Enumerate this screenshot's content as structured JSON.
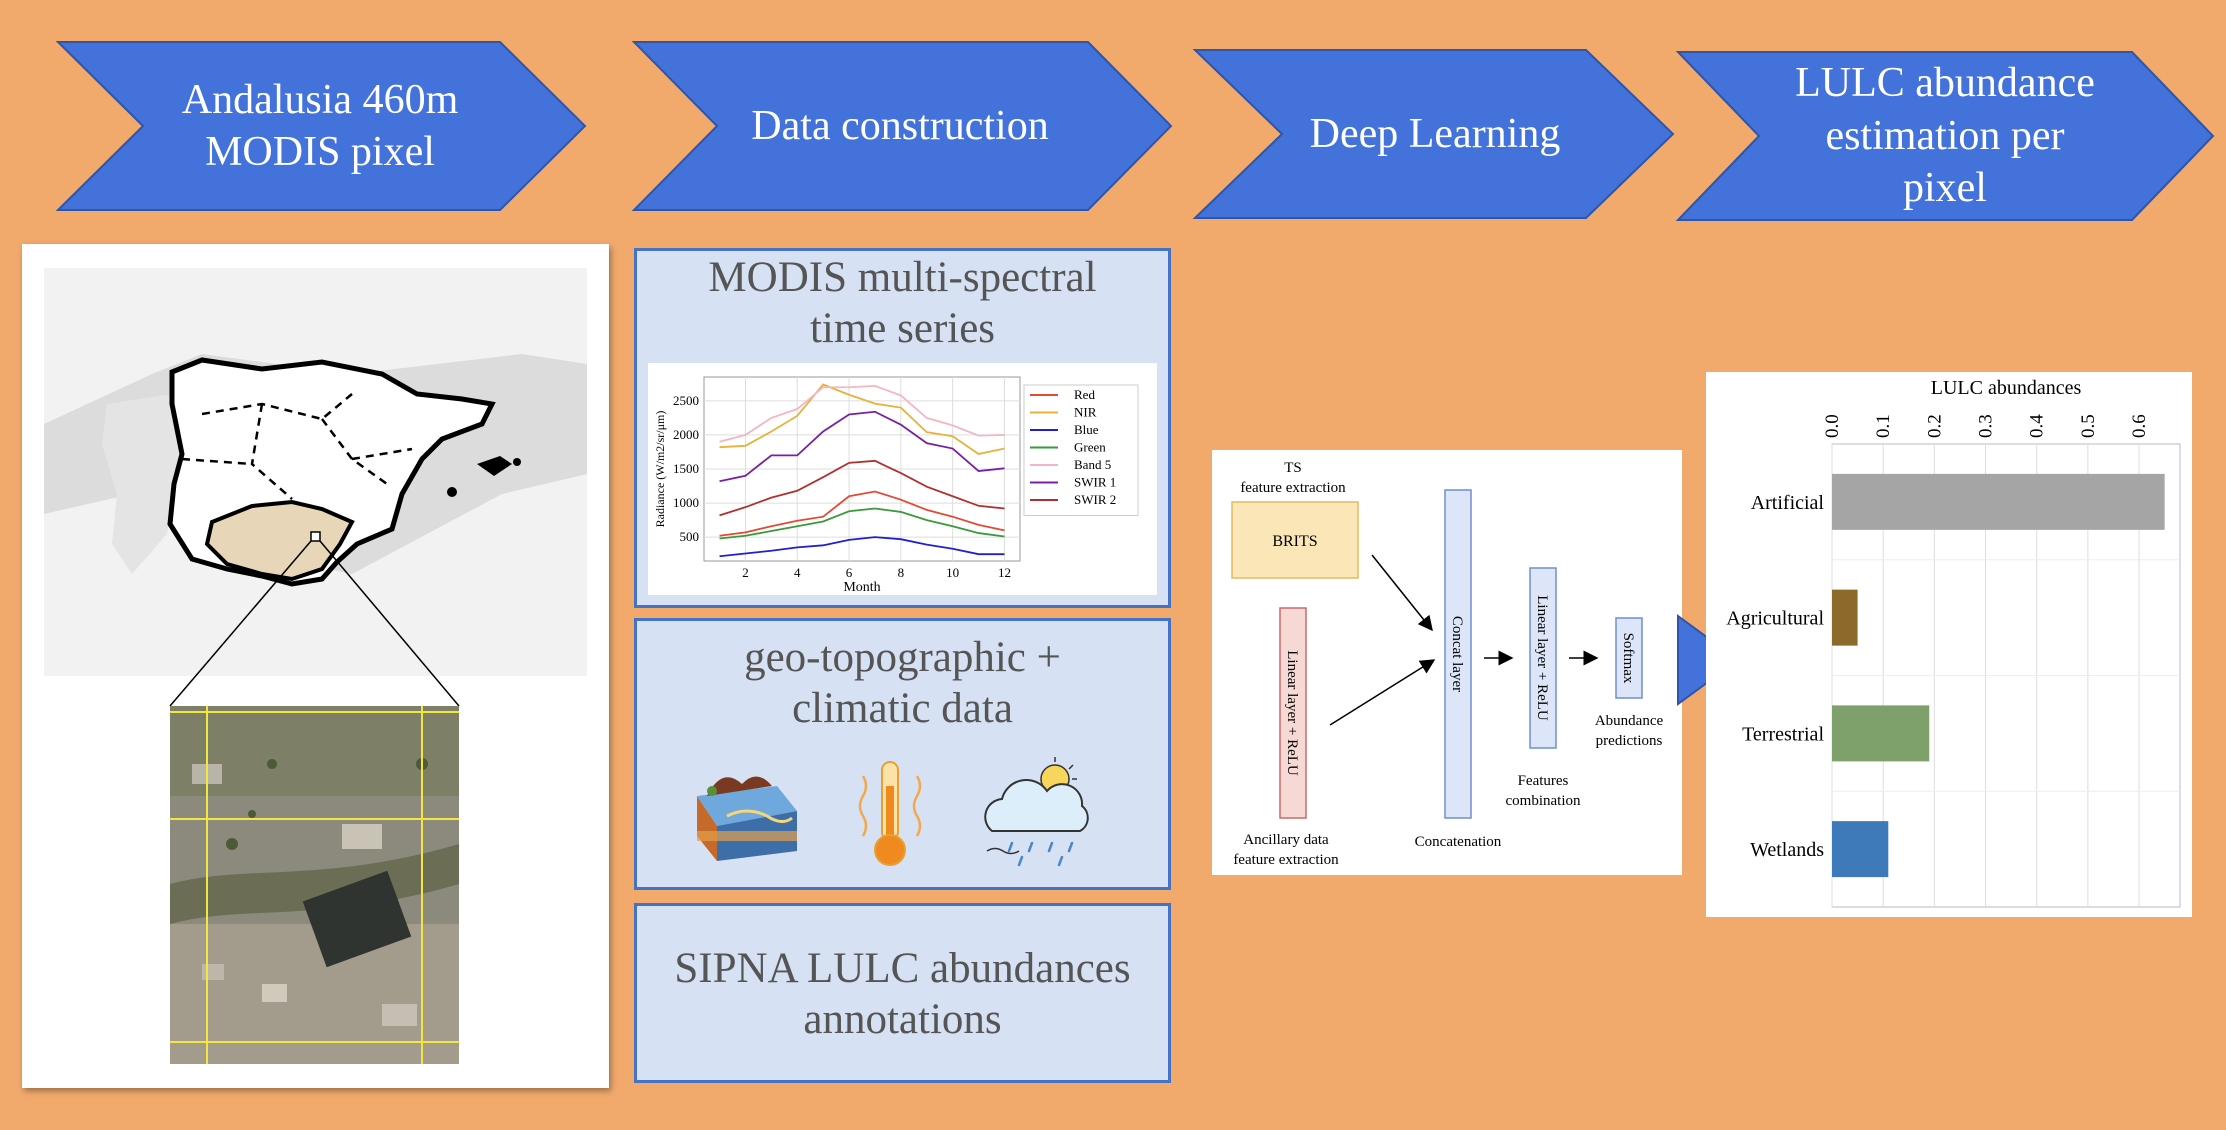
{
  "steps": [
    {
      "label": "Andalusia 460m\nMODIS pixel"
    },
    {
      "label": "Data construction"
    },
    {
      "label": "Deep Learning"
    },
    {
      "label": "LULC abundance\nestimation per\npixel"
    }
  ],
  "panels": {
    "modis_title": "MODIS multi-spectral\ntime series",
    "geo_title": "geo-topographic +\nclimatic data",
    "sipna_title": "SIPNA LULC abundances\nannotations"
  },
  "icons": [
    "terrain-icon",
    "thermometer-icon",
    "weather-icon"
  ],
  "model": {
    "ts_label": "TS\nfeature extraction",
    "brits": "BRITS",
    "linear_relu": "Linear layer + ReLU",
    "ancillary_label": "Ancillary data\nfeature extraction",
    "concat": "Concat layer",
    "concatenation_label": "Concatenation",
    "linear_relu_2": "Linear layer + ReLU",
    "features_label": "Features\ncombination",
    "softmax": "Softmax",
    "predictions_label": "Abundance\npredictions"
  },
  "chart_data": [
    {
      "type": "line",
      "title": "",
      "xlabel": "Month",
      "ylabel": "Radiance (W/m2/sr/μm)",
      "x": [
        1,
        2,
        3,
        4,
        5,
        6,
        7,
        8,
        9,
        10,
        11,
        12
      ],
      "xticks": [
        2,
        4,
        6,
        8,
        10,
        12
      ],
      "yticks": [
        500,
        1000,
        1500,
        2000,
        2500
      ],
      "xlim": [
        0.4,
        12.6
      ],
      "ylim": [
        150,
        2850
      ],
      "grid": true,
      "legend": "right",
      "series": [
        {
          "name": "Red",
          "color": "#E24A33",
          "values": [
            520,
            570,
            660,
            740,
            800,
            1100,
            1170,
            1050,
            900,
            800,
            680,
            600
          ]
        },
        {
          "name": "NIR",
          "color": "#E8B23A",
          "values": [
            1820,
            1840,
            2050,
            2280,
            2740,
            2590,
            2460,
            2400,
            2040,
            1980,
            1720,
            1800
          ]
        },
        {
          "name": "Blue",
          "color": "#2020D0",
          "values": [
            220,
            260,
            300,
            350,
            380,
            460,
            500,
            470,
            390,
            330,
            250,
            250
          ]
        },
        {
          "name": "Green",
          "color": "#3A9A3A",
          "values": [
            480,
            520,
            590,
            660,
            730,
            880,
            920,
            870,
            750,
            660,
            560,
            510
          ]
        },
        {
          "name": "Band 5",
          "color": "#F4B6C2",
          "values": [
            1900,
            2000,
            2250,
            2380,
            2700,
            2700,
            2720,
            2580,
            2250,
            2140,
            1990,
            2000
          ]
        },
        {
          "name": "SWIR 1",
          "color": "#7A1FA2",
          "values": [
            1320,
            1400,
            1700,
            1700,
            2050,
            2300,
            2340,
            2150,
            1880,
            1800,
            1470,
            1510
          ]
        },
        {
          "name": "SWIR 2",
          "color": "#B03030",
          "values": [
            820,
            940,
            1080,
            1180,
            1380,
            1590,
            1620,
            1440,
            1240,
            1100,
            960,
            920
          ]
        }
      ]
    },
    {
      "type": "bar",
      "title": "LULC abundances",
      "orientation": "horizontal",
      "categories": [
        "Artificial",
        "Agricultural",
        "Terrestrial",
        "Wetlands"
      ],
      "values": [
        0.65,
        0.05,
        0.19,
        0.11
      ],
      "colors": [
        "#A5A5A5",
        "#8B6A2B",
        "#7EA06A",
        "#3E79B9"
      ],
      "xticks": [
        0.0,
        0.1,
        0.2,
        0.3,
        0.4,
        0.5,
        0.6
      ],
      "xlim": [
        0,
        0.68
      ],
      "grid": true
    }
  ]
}
